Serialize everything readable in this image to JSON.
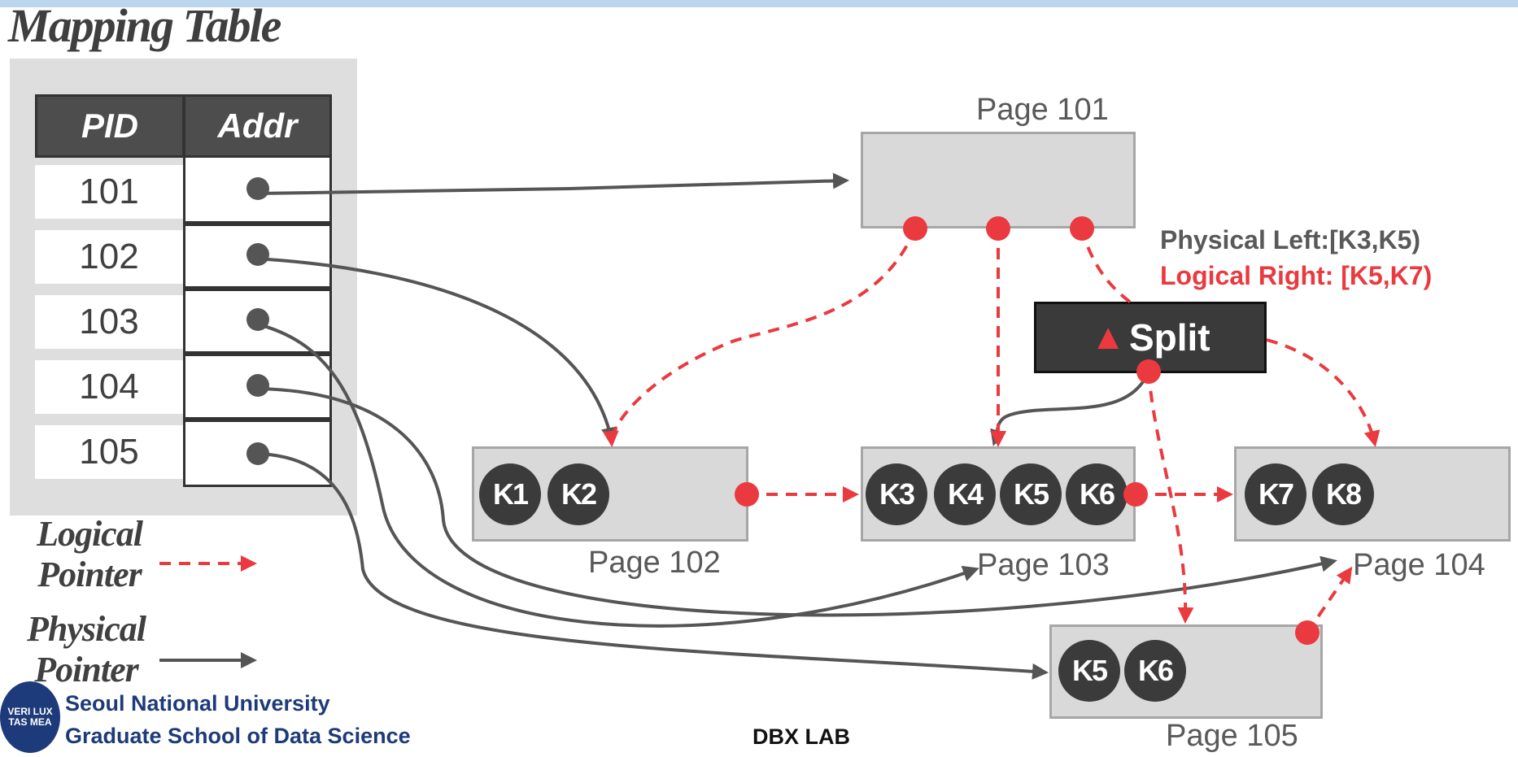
{
  "title": "Mapping Table",
  "mapping_table": {
    "headers": [
      "PID",
      "Addr"
    ],
    "rows": [
      {
        "pid": "101"
      },
      {
        "pid": "102"
      },
      {
        "pid": "103"
      },
      {
        "pid": "104"
      },
      {
        "pid": "105"
      }
    ]
  },
  "pages": [
    {
      "label": "Page 101",
      "keys": []
    },
    {
      "label": "Page 102",
      "keys": [
        "K1",
        "K2"
      ]
    },
    {
      "label": "Page 103",
      "keys": [
        "K3",
        "K4",
        "K5",
        "K6"
      ]
    },
    {
      "label": "Page 104",
      "keys": [
        "K7",
        "K8"
      ]
    },
    {
      "label": "Page 105",
      "keys": [
        "K5",
        "K6"
      ]
    }
  ],
  "split": {
    "icon": "triangle-up",
    "label": "Split"
  },
  "annotations": {
    "physical": "Physical Left:[K3,K5)",
    "logical": "Logical Right: [K5,K7)"
  },
  "legend": {
    "logical": [
      "Logical",
      "Pointer"
    ],
    "physical": [
      "Physical",
      "Pointer"
    ]
  },
  "footer": {
    "university": "Seoul National University",
    "school": "Graduate School of Data Science",
    "lab": "DBX LAB",
    "seal_text": [
      "VERI",
      "LUX",
      "TAS",
      "MEA"
    ]
  },
  "colors": {
    "logical_pointer": "#ea3a3f",
    "physical_pointer": "#555555",
    "page_fill": "#d9d9d9",
    "header_fill": "#4d4d4d"
  }
}
